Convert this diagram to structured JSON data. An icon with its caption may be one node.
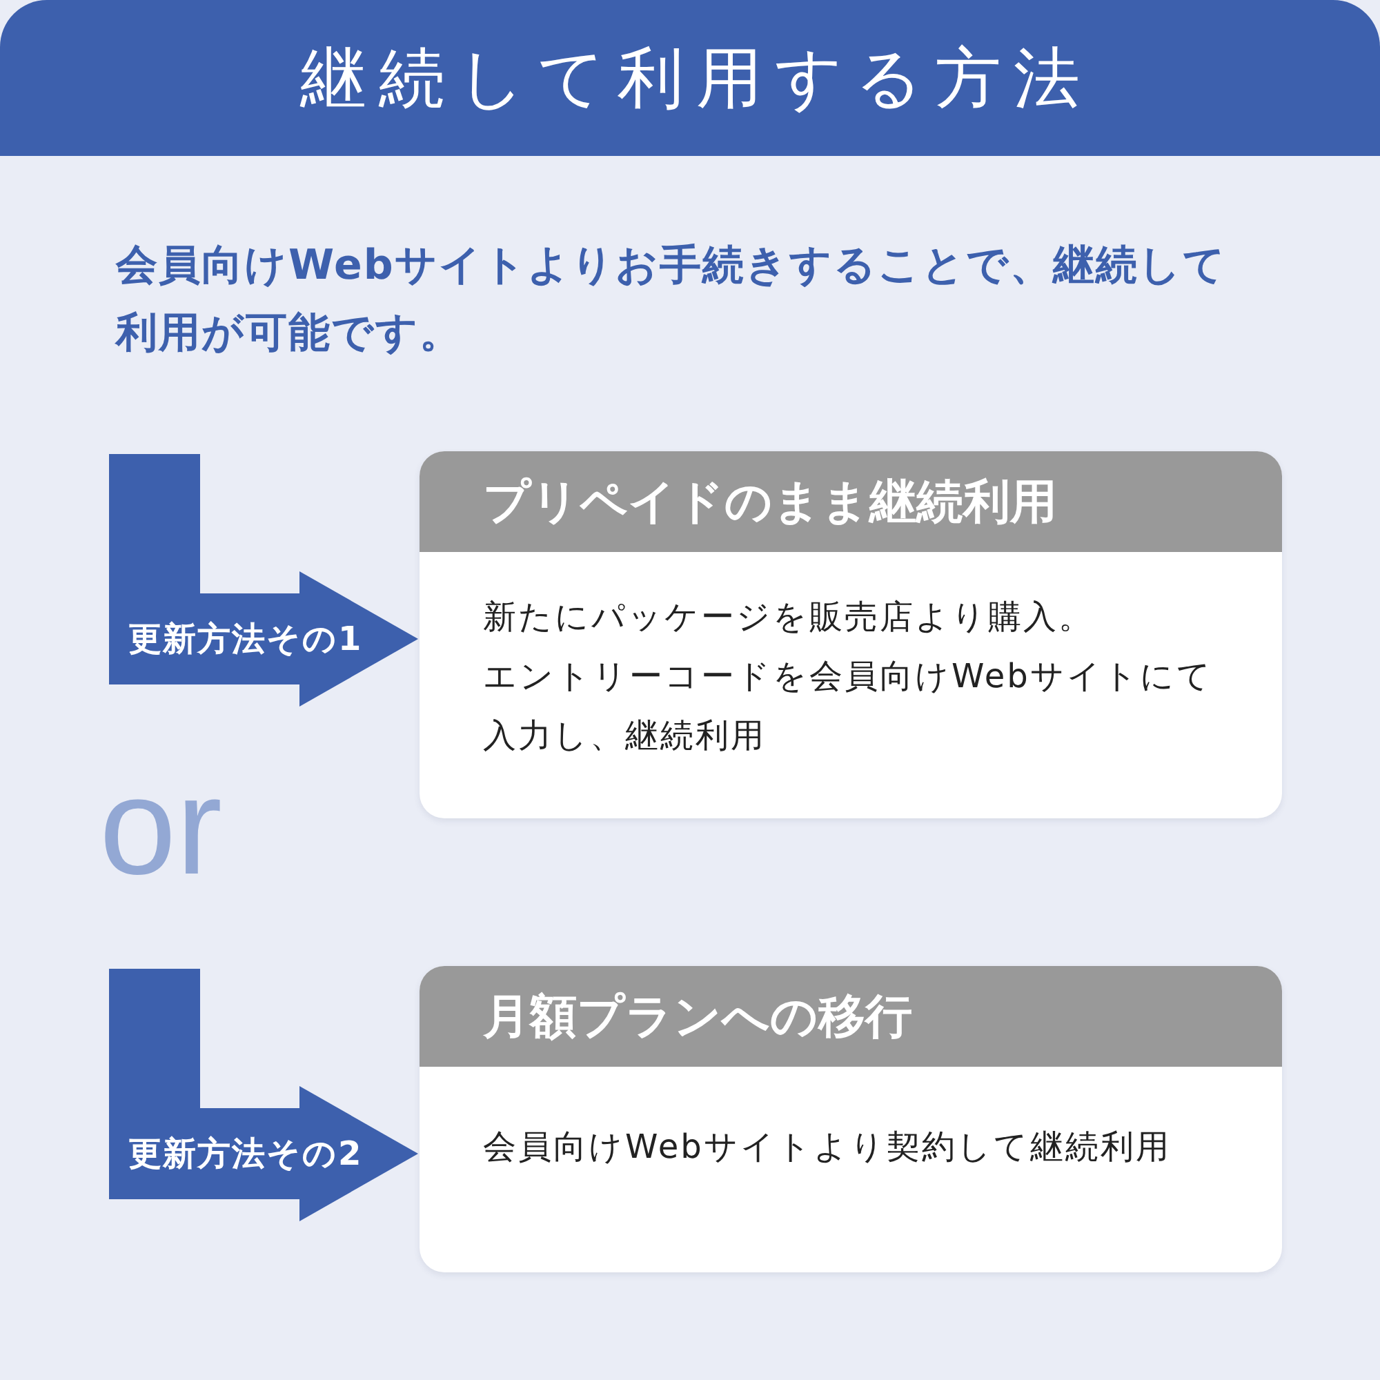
{
  "diagram": {
    "title": "継続して利用する方法",
    "nodes": [
      {
        "text": [
          "プリペイドのまま継続利用",
          "新たにパッケージを販売店より購入。",
          "エントリーコードを会員向けWebサイトにて入力し、継続利用"
        ]
      },
      {
        "text": [
          "月額プランへの移行",
          "会員向けWebサイトより契約して継続利用"
        ]
      }
    ],
    "edges": [
      {
        "from": null,
        "to": 0,
        "arrow": "to",
        "label": "更新方法その1"
      },
      {
        "from": null,
        "to": 1,
        "arrow": "to",
        "label": "更新方法その2"
      }
    ],
    "labels": [
      "会員向けWebサイトよりお手続きすることで、継続して利用が可能です。",
      "or"
    ]
  }
}
